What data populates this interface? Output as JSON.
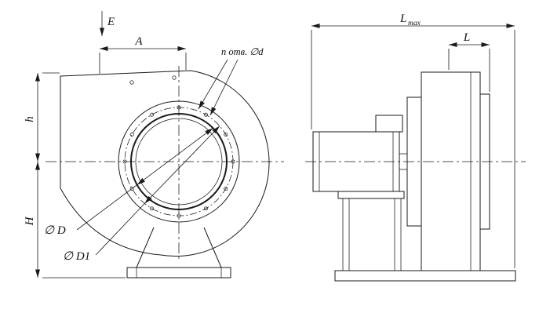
{
  "drawing": {
    "description": "Centrifugal fan two-view dimensional technical drawing",
    "views": {
      "front": "front view with spiral casing, inlet flange and pedestal",
      "side": "side view with motor, casing and base frame"
    },
    "labels": {
      "direction_e": "E",
      "width_a": "A",
      "holes_note": "n отв. ∅d",
      "height_h": "h",
      "height_total": "H",
      "diameter_d": "∅ D",
      "diameter_d1": "∅ D1",
      "length_max_base": "L",
      "length_max_sub": "max",
      "length_l": "L"
    },
    "colors": {
      "line": "#1a1a1a",
      "background": "#ffffff"
    }
  }
}
